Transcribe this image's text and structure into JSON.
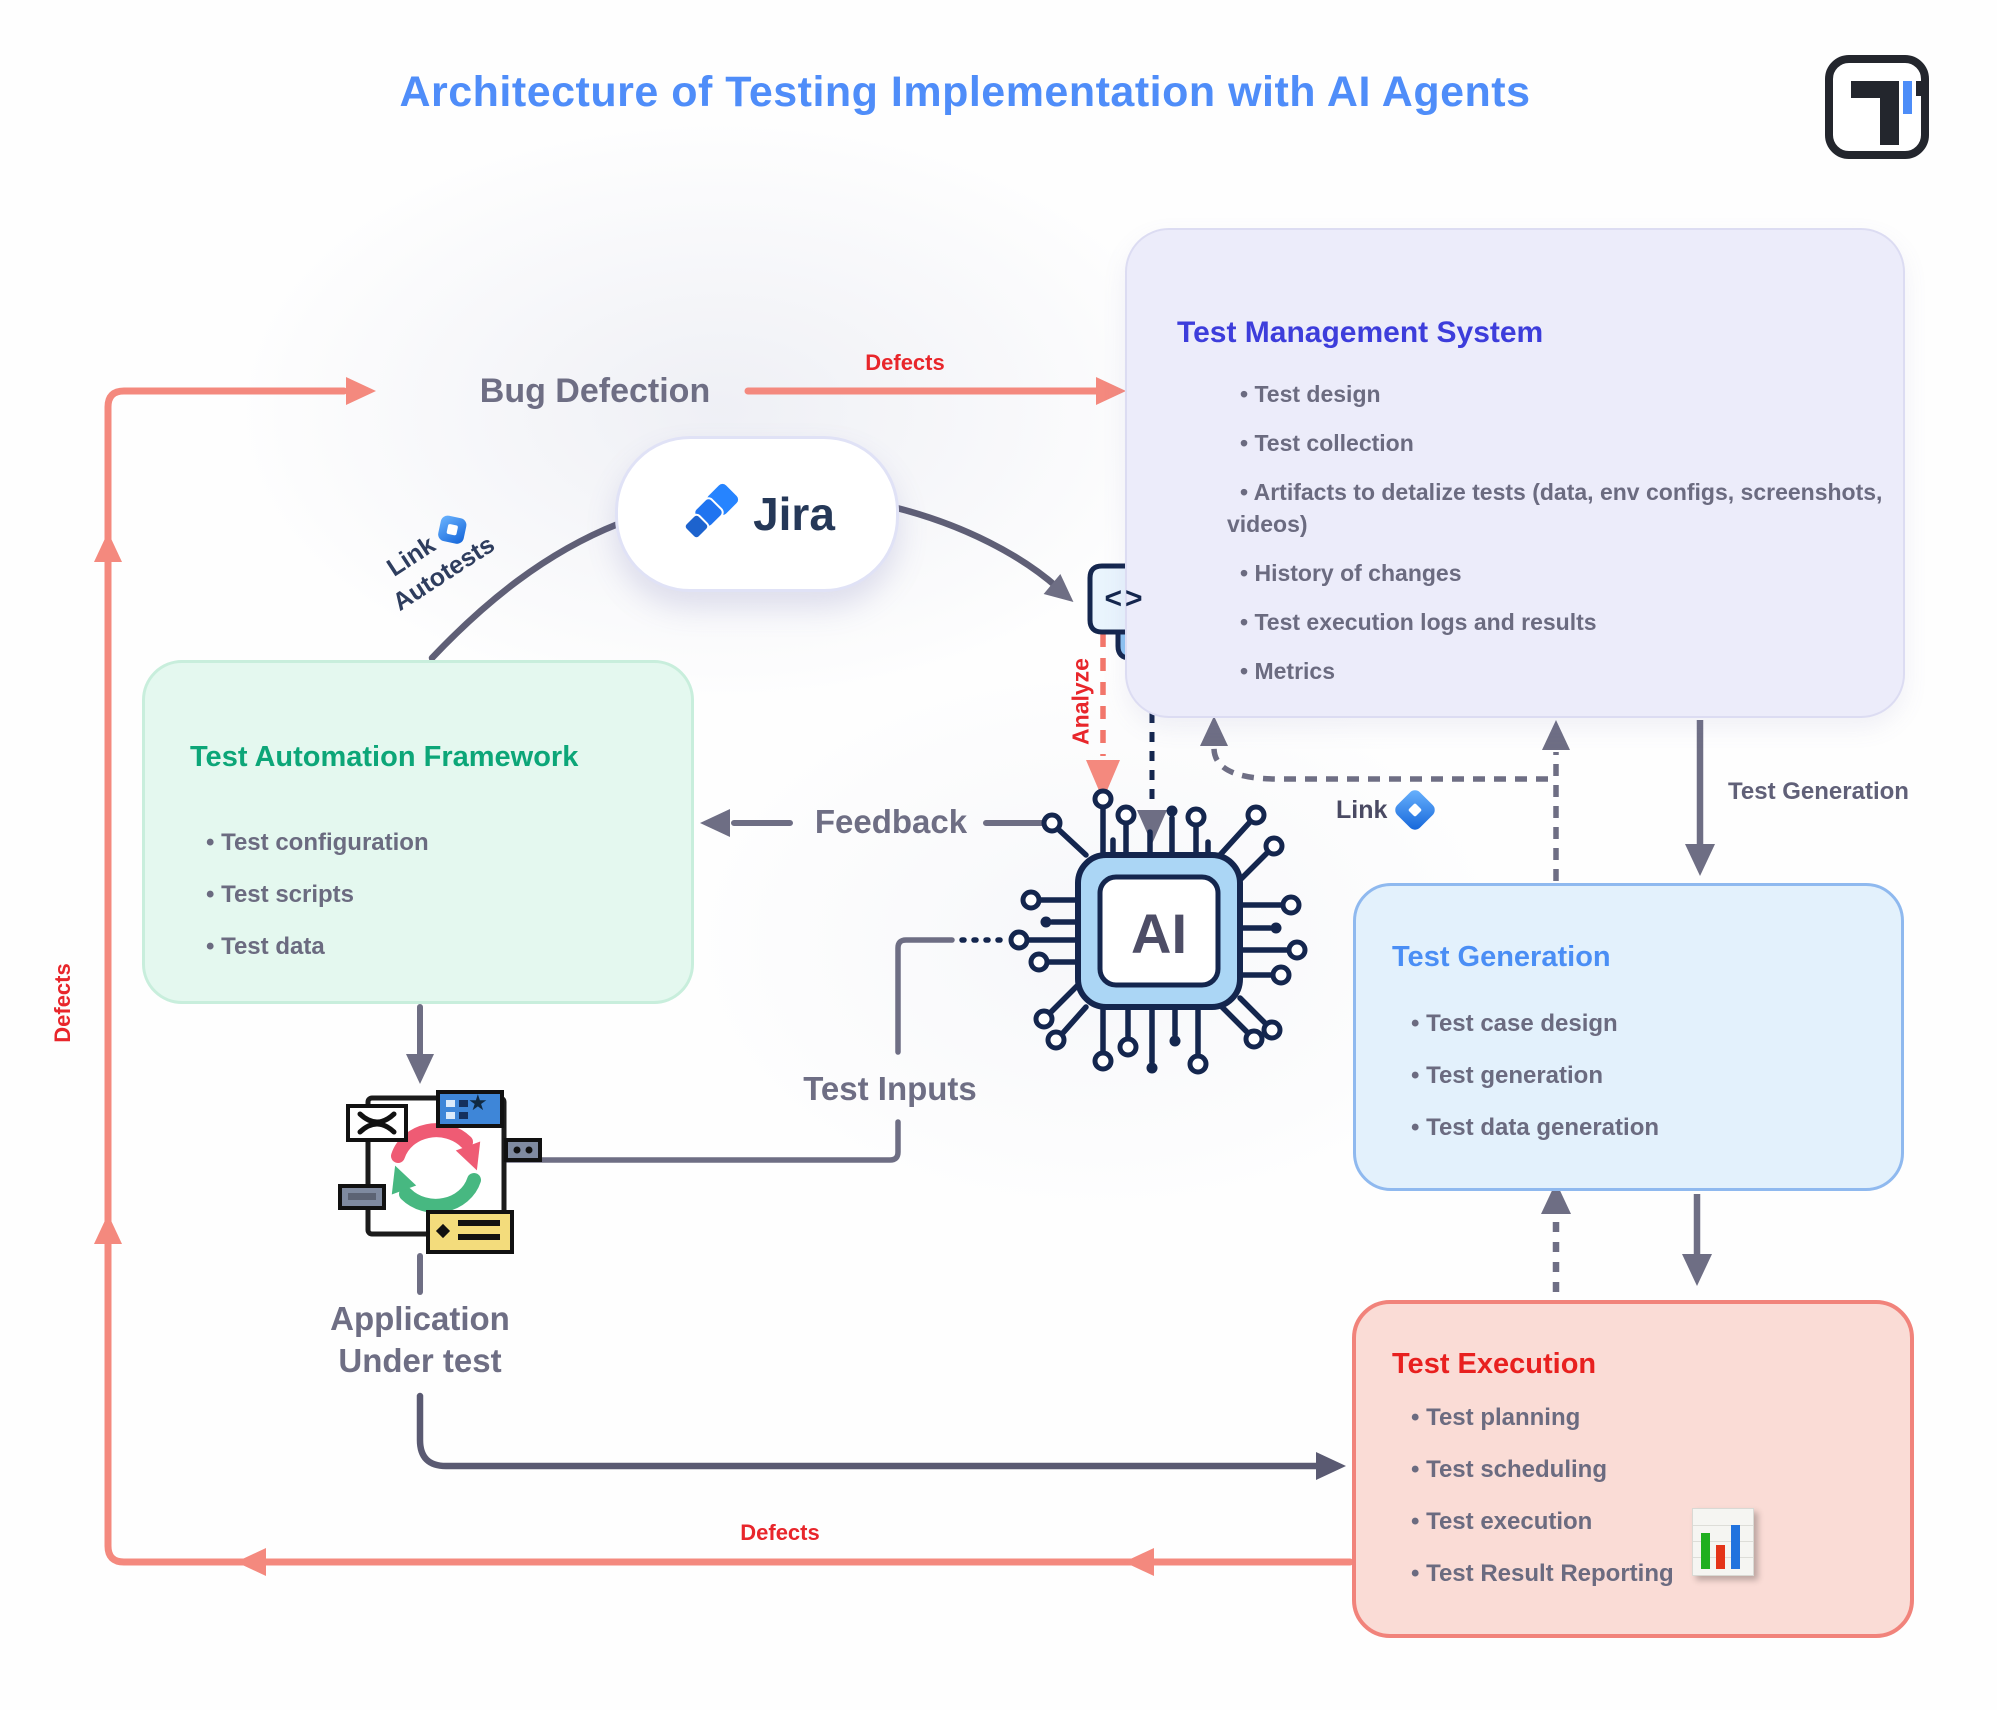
{
  "title": "Architecture of Testing Implementation with AI Agents",
  "labels": {
    "bug_defection": "Bug Defection",
    "defects_top": "Defects",
    "defects_bottom": "Defects",
    "defects_left": "Defects",
    "analyze": "Analyze",
    "feedback": "Feedback",
    "test_inputs": "Test Inputs",
    "link": "Link",
    "autotests": "Autotests",
    "link_tms": "Link",
    "test_generation_arrow": "Test Generation",
    "aut_line1": "Application",
    "aut_line2": "Under test",
    "jira": "Jira",
    "ai": "AI"
  },
  "boxes": {
    "tms": {
      "title": "Test Management System",
      "items": [
        "Test design",
        "Test collection",
        "Artifacts to detalize tests (data, env configs, screenshots, videos)",
        "History of changes",
        "Test execution logs and results",
        "Metrics"
      ]
    },
    "taf": {
      "title": "Test Automation Framework",
      "items": [
        "Test configuration",
        "Test scripts",
        "Test data"
      ]
    },
    "tg": {
      "title": "Test Generation",
      "items": [
        "Test case design",
        "Test generation",
        "Test data generation"
      ]
    },
    "te": {
      "title": "Test Execution",
      "items": [
        "Test planning",
        "Test scheduling",
        "Test execution",
        "Test Result Reporting"
      ]
    }
  },
  "icons": {
    "code_glyph": "<>",
    "star": "★",
    "jira_diamond": "jira-diamond-icon",
    "bar_chart": "bar-chart-icon",
    "ai_chip": "ai-chip-icon",
    "documents": "code-documents-icon",
    "app_under_test": "app-sync-icon",
    "brand": "t-logo-icon"
  },
  "colors": {
    "title_blue": "#4F8DF9",
    "salmon": "#F4897E",
    "red": "#E8262B",
    "gray": "#6E6E84",
    "navy": "#14264E",
    "tms_title": "#3D3DDB",
    "taf_title": "#0CA678",
    "tg_title": "#4A8EF5",
    "te_title": "#E8201F",
    "jira_blue": "#2684FF"
  }
}
